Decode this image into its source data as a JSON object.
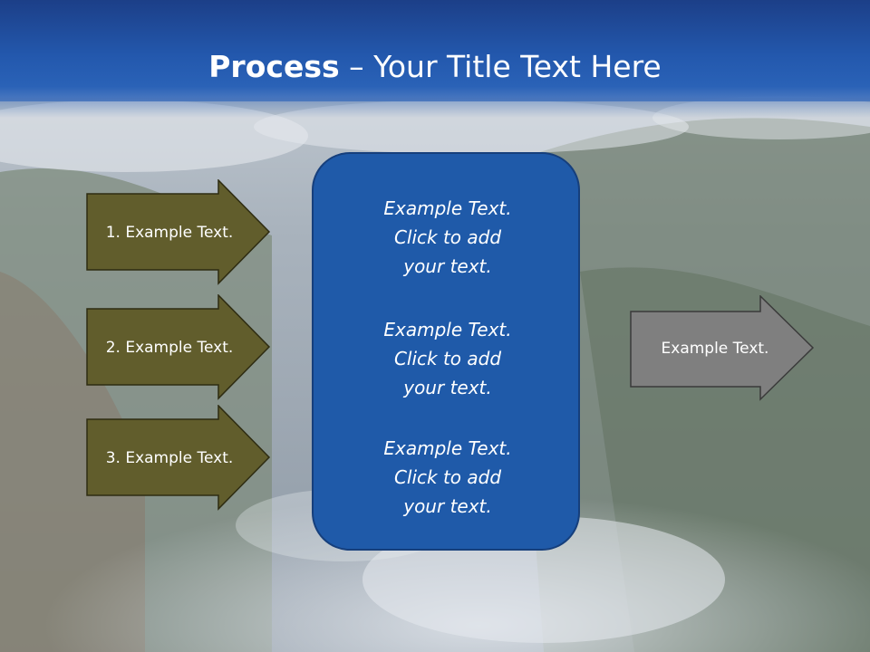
{
  "slide": {
    "title_bold": "Process",
    "title_rest": " – Your Title Text Here"
  },
  "left_arrows": [
    {
      "label": "1. Example Text."
    },
    {
      "label": "2. Example Text."
    },
    {
      "label": "3. Example Text."
    }
  ],
  "center_box": {
    "blocks": [
      {
        "line1": "Example Text.",
        "line2": "Click  to add",
        "line3": "your text."
      },
      {
        "line1": "Example Text.",
        "line2": "Click  to add",
        "line3": "your text."
      },
      {
        "line1": "Example Text.",
        "line2": "Click  to add",
        "line3": "your text."
      }
    ]
  },
  "right_arrow": {
    "label": "Example Text."
  },
  "colors": {
    "header_blue": "#2358ad",
    "left_arrow_fill": "#615d2c",
    "center_box_fill": "#1f5aa9",
    "right_arrow_fill": "#7f7f7f"
  }
}
